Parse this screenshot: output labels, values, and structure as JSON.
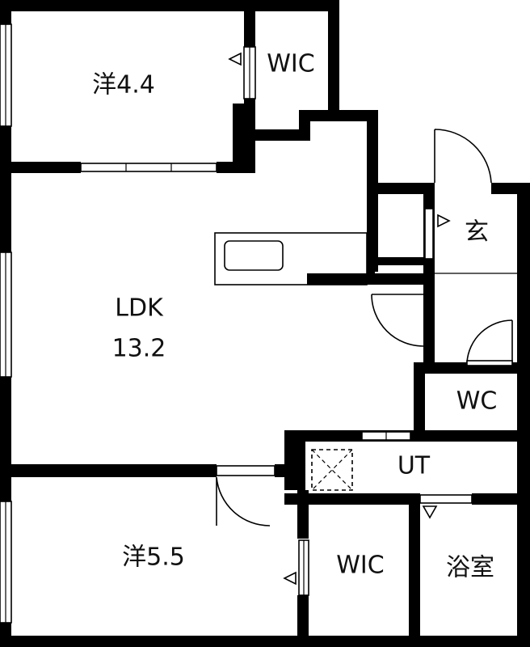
{
  "rooms": {
    "western_top": {
      "text": "洋4.4"
    },
    "wic_top": {
      "text": "WIC"
    },
    "ldk_name": {
      "text": "LDK"
    },
    "ldk_size": {
      "text": "13.2"
    },
    "entrance": {
      "text": "玄"
    },
    "wc": {
      "text": "WC"
    },
    "utility": {
      "text": "UT"
    },
    "western_bottom": {
      "text": "洋5.5"
    },
    "wic_bottom": {
      "text": "WIC"
    },
    "bathroom": {
      "text": "浴室"
    }
  },
  "colors": {
    "wall": "#000000",
    "background": "#ffffff"
  }
}
